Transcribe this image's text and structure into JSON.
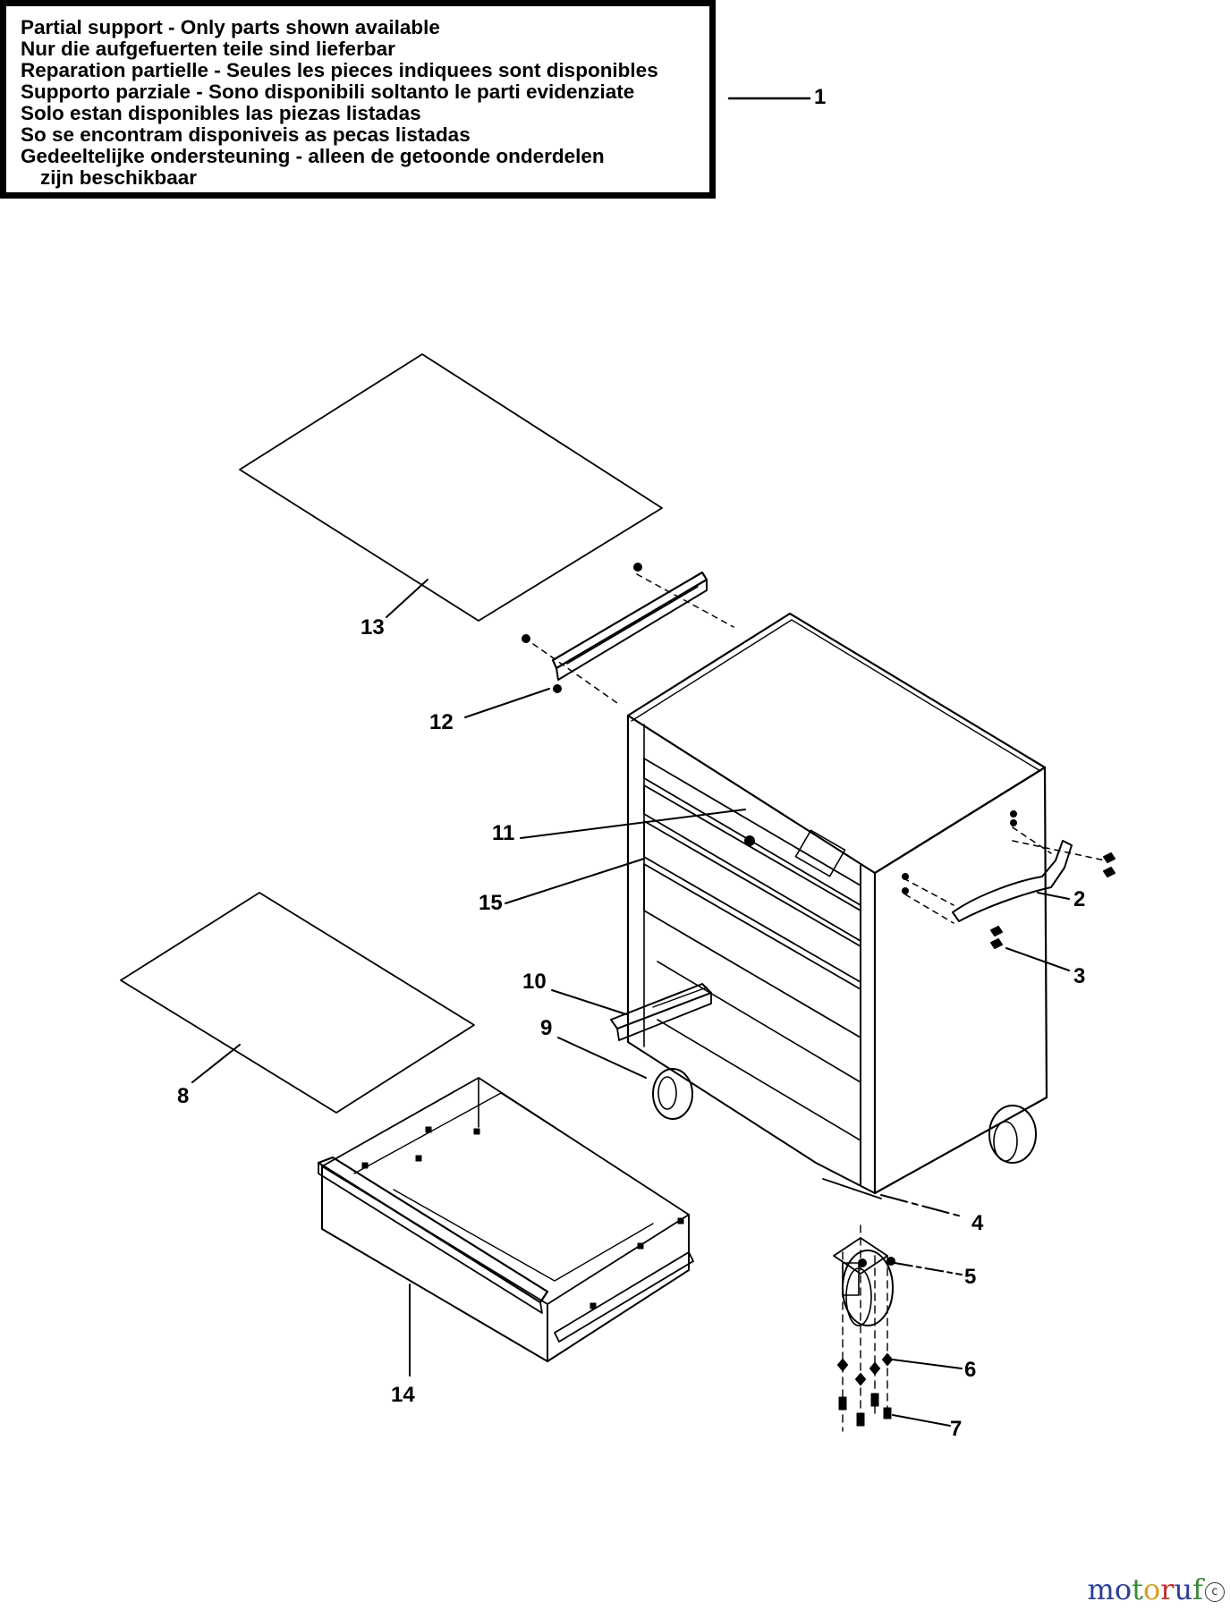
{
  "notice": {
    "lines": [
      "Partial support - Only parts shown available",
      "Nur die aufgefuerten teile sind lieferbar",
      "Reparation partielle - Seules les pieces indiquees sont disponibles",
      "Supporto parziale - Sono disponibili soltanto le parti evidenziate",
      "Solo estan disponibles las piezas listadas",
      "So se encontram disponiveis as pecas listadas",
      "Gedeeltelijke ondersteuning - alleen de getoonde onderdelen",
      "zijn beschikbaar"
    ]
  },
  "callouts": {
    "c1": "1",
    "c2": "2",
    "c3": "3",
    "c4": "4",
    "c5": "5",
    "c6": "6",
    "c7": "7",
    "c8": "8",
    "c9": "9",
    "c10": "10",
    "c11": "11",
    "c12": "12",
    "c13": "13",
    "c14": "14",
    "c15": "15"
  },
  "watermark": {
    "m": "m",
    "o1": "o",
    "t": "t",
    "o2": "o",
    "r": "r",
    "u": "u",
    "f": "f",
    "c": "c"
  }
}
